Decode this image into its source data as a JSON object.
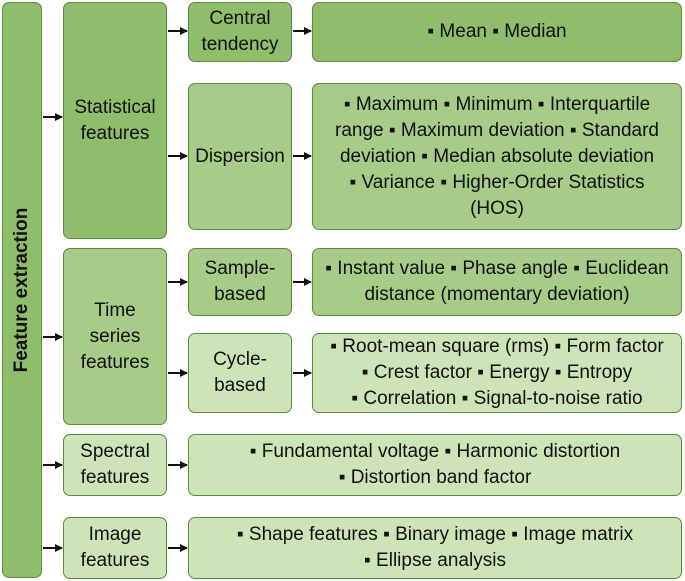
{
  "root": {
    "label": "Feature extraction"
  },
  "categories": [
    {
      "label": "Statistical\nfeatures"
    },
    {
      "label": "Time series\nfeatures"
    },
    {
      "label": "Spectral\nfeatures"
    },
    {
      "label": "Image\nfeatures"
    }
  ],
  "subcategories": [
    {
      "label": "Central\ntendency"
    },
    {
      "label": "Dispersion"
    },
    {
      "label": "Sample-\nbased"
    },
    {
      "label": "Cycle-\nbased"
    }
  ],
  "descriptions": [
    {
      "text": "▪ Mean ▪ Median"
    },
    {
      "text": "▪ Maximum ▪ Minimum ▪ Interquartile\nrange ▪ Maximum deviation ▪ Standard\ndeviation ▪ Median absolute deviation\n▪ Variance ▪ Higher-Order Statistics\n(HOS)"
    },
    {
      "text": "▪ Instant value ▪ Phase angle ▪ Euclidean\ndistance (momentary deviation)"
    },
    {
      "text": "▪ Root-mean square (rms) ▪ Form factor\n▪ Crest factor ▪ Energy ▪ Entropy\n▪ Correlation ▪ Signal-to-noise ratio"
    },
    {
      "text": "▪ Fundamental voltage ▪ Harmonic distortion\n▪ Distortion band factor"
    },
    {
      "text": "▪ Shape features ▪ Binary image ▪ Image matrix\n▪ Ellipse analysis"
    }
  ]
}
